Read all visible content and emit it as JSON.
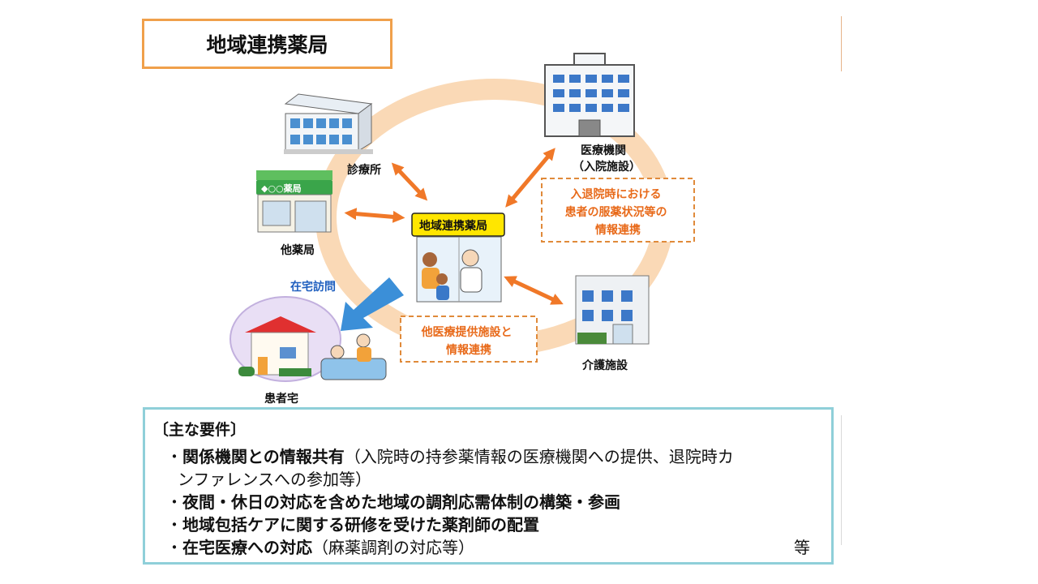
{
  "title": "地域連携薬局",
  "diagram": {
    "center_label": "地域連携薬局",
    "clinic": "診療所",
    "hospital_line1": "医療機関",
    "hospital_line2": "（入院施設）",
    "other_pharmacy": "他薬局",
    "pharmacy_sign": "◆○○薬局",
    "home_visit": "在宅訪問",
    "patient_home": "患者宅",
    "care_facility": "介護施設",
    "note_hospital": [
      "入退院時における",
      "患者の服薬状況等の",
      "情報連携"
    ],
    "note_facility": [
      "他医療提供施設と",
      "情報連携"
    ],
    "colors": {
      "orange": "#f07828",
      "blue": "#3b8fd8",
      "ring": "#fad9b6",
      "title_border": "#f0a04b",
      "box_border": "#8fcfd9"
    }
  },
  "requirements": {
    "heading": "〔主な要件〕",
    "items": [
      {
        "bullet": "・",
        "bold": "関係機関との情報共有",
        "normal": "（入院時の持参薬情報の医療機関への提供、退院時カ",
        "cont": "ンファレンスへの参加等）"
      },
      {
        "bullet": "・",
        "bold": "夜間・休日の対応を含めた地域の調剤応需体制の構築・参画",
        "normal": ""
      },
      {
        "bullet": "・",
        "bold": "地域包括ケアに関する研修を受けた薬剤師の配置",
        "normal": ""
      },
      {
        "bullet": "・",
        "bold": "在宅医療への対応",
        "normal": "（麻薬調剤の対応等）"
      }
    ],
    "etc": "等"
  }
}
